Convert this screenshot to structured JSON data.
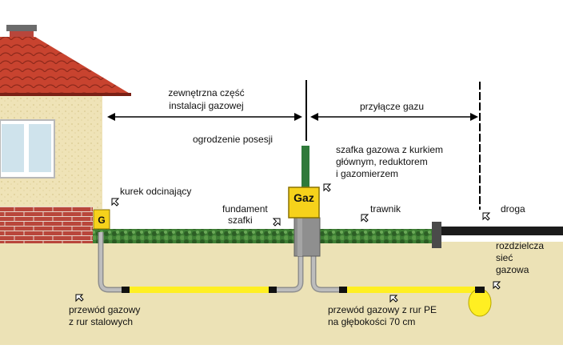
{
  "labels": {
    "inner_part_line1": "zewnętrzna część",
    "inner_part_line2": "instalacji gazowej",
    "connection": "przyłącze gazu",
    "fence": "ogrodzenie posesji",
    "cabinet_line1": "szafka gazowa z kurkiem",
    "cabinet_line2": "głównym, reduktorem",
    "cabinet_line3": "i gazomierzem",
    "shutoff_valve": "kurek odcinający",
    "foundation_line1": "fundament",
    "foundation_line2": "szafki",
    "lawn": "trawnik",
    "road": "droga",
    "network_line1": "rozdzielcza",
    "network_line2": "sieć",
    "network_line3": "gazowa",
    "steel_pipe_line1": "przewód gazowy",
    "steel_pipe_line2": "z rur stalowych",
    "pe_pipe_line1": "przewód gazowy z rur PE",
    "pe_pipe_line2": "na głębokości 70 cm",
    "cabinet_badge": "Gaz",
    "valve_badge": "G"
  },
  "colors": {
    "soil": "#ece2b6",
    "grass": "#2f6b2a",
    "brick": "#b84a3e",
    "roof": "#c3432f",
    "wall": "#efe3b7",
    "pipe_gray": "#a9a9a9",
    "pipe_yellow": "#ffef22",
    "cabinet": "#f6d21b"
  }
}
